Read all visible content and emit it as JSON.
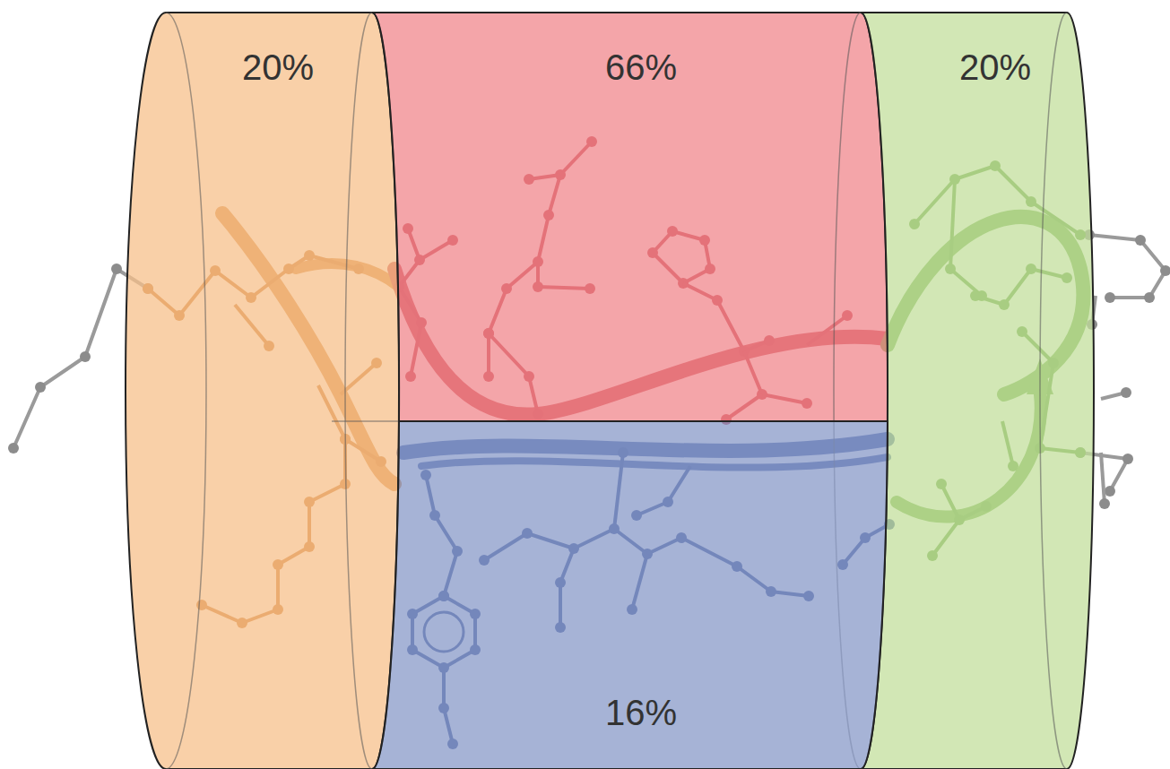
{
  "diagram": {
    "nodes": [
      {
        "text": [
          "20%"
        ]
      },
      {
        "text": [
          "66%"
        ]
      },
      {
        "text": [
          "20%"
        ]
      },
      {
        "text": [
          "16%"
        ]
      }
    ]
  }
}
